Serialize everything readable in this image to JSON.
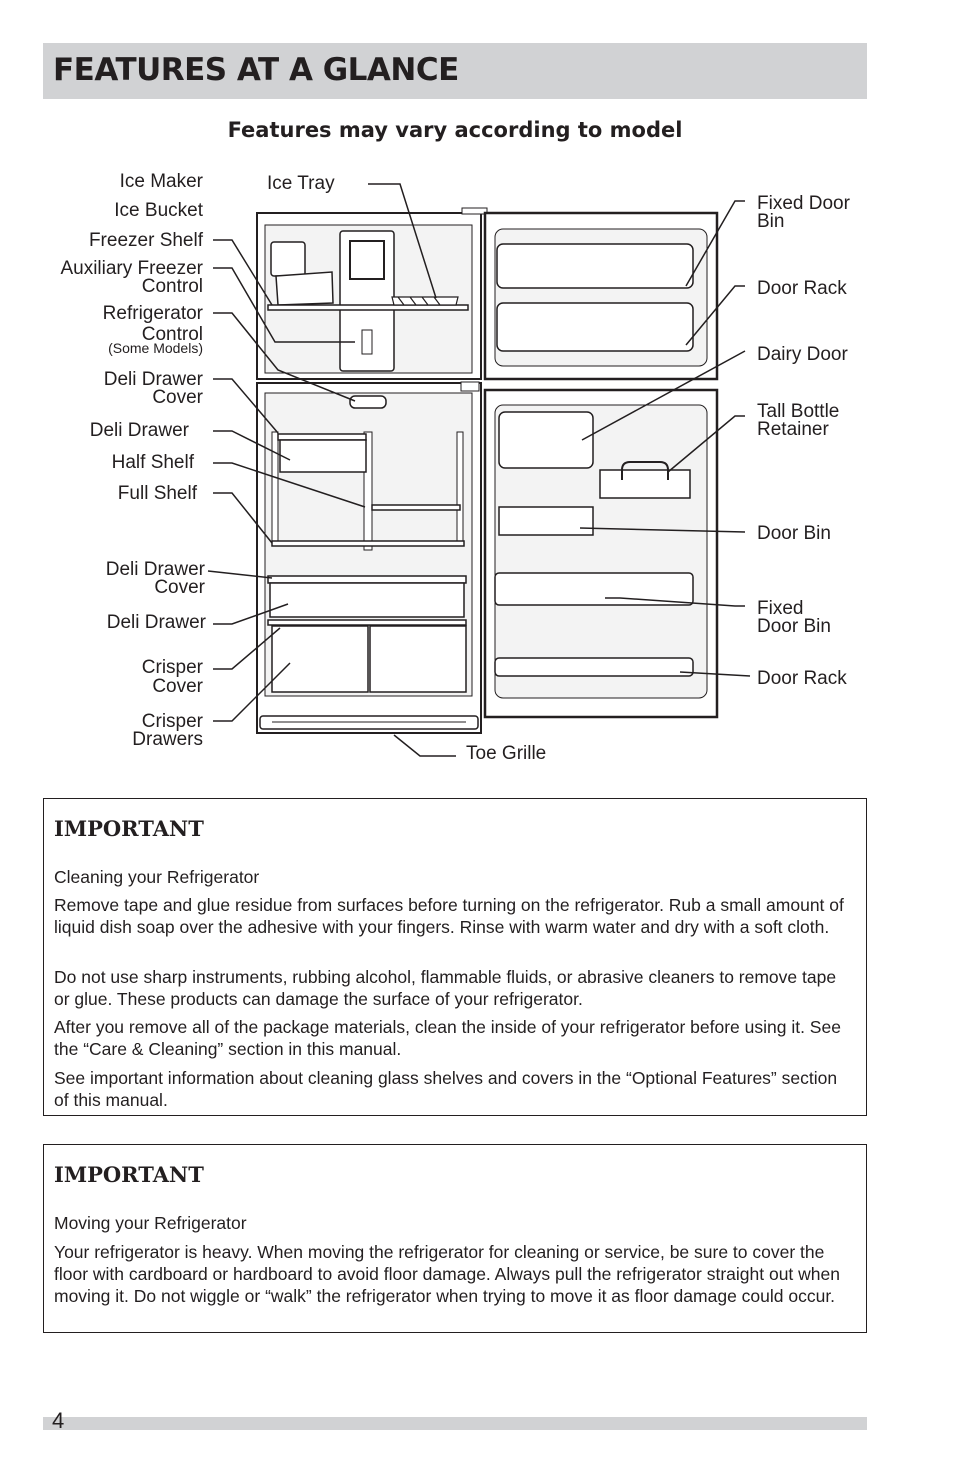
{
  "header": {
    "title": "FEATURES AT A GLANCE"
  },
  "subtitle": "Features may vary according to model",
  "diagram": {
    "labels_left": {
      "ice_maker": "Ice Maker",
      "ice_bucket": "Ice Bucket",
      "freezer_shelf": "Freezer Shelf",
      "aux_freezer_control_1": "Auxiliary Freezer",
      "aux_freezer_control_2": "Control",
      "refrigerator_control_1": "Refrigerator",
      "refrigerator_control_2": "Control",
      "refrigerator_control_note": "(Some Models)",
      "deli_drawer_cover_1a": "Deli Drawer",
      "deli_drawer_cover_1b": "Cover",
      "deli_drawer_1": "Deli Drawer",
      "half_shelf": "Half Shelf",
      "full_shelf": "Full Shelf",
      "deli_drawer_cover_2a": "Deli Drawer",
      "deli_drawer_cover_2b": "Cover",
      "deli_drawer_2": "Deli Drawer",
      "crisper_cover_1": "Crisper",
      "crisper_cover_2": "Cover",
      "crisper_drawers_1": "Crisper",
      "crisper_drawers_2": "Drawers"
    },
    "labels_right": {
      "ice_tray": "Ice Tray",
      "fixed_door_bin_top_1": "Fixed Door",
      "fixed_door_bin_top_2": "Bin",
      "door_rack_top": "Door Rack",
      "dairy_door": "Dairy Door",
      "tall_bottle_retainer_1": "Tall Bottle",
      "tall_bottle_retainer_2": "Retainer",
      "door_bin": "Door Bin",
      "fixed_door_bin_bottom_1": "Fixed",
      "fixed_door_bin_bottom_2": "Door Bin",
      "door_rack_bottom": "Door Rack",
      "toe_grille": "Toe Grille"
    }
  },
  "important_boxes": [
    {
      "heading": "IMPORTANT",
      "subheading": "Cleaning your Refrigerator",
      "paragraphs": [
        "Remove tape and glue residue from surfaces before turning on the refrigerator. Rub a small amount of liquid dish soap over the adhesive with your fingers. Rinse with warm water and dry with a soft cloth.",
        "Do not use sharp instruments, rubbing alcohol, flammable fluids, or abrasive cleaners to remove tape or glue. These products can damage the surface of your refrigerator.",
        "After you remove all of the package materials, clean the inside of your refrigerator before using it. See the “Care & Cleaning” section in this manual.",
        "See important information about cleaning glass shelves and covers in the “Optional Features” section of this manual."
      ]
    },
    {
      "heading": "IMPORTANT",
      "subheading": "Moving your Refrigerator",
      "paragraphs": [
        "Your refrigerator is heavy. When moving the refrigerator for cleaning or service, be sure to cover the floor with cardboard or hardboard to avoid floor damage. Always pull the refrigerator straight out when moving it. Do not wiggle or “walk” the refrigerator when trying to move it as floor damage could occur."
      ]
    }
  ],
  "footer": {
    "page_number": "4"
  }
}
